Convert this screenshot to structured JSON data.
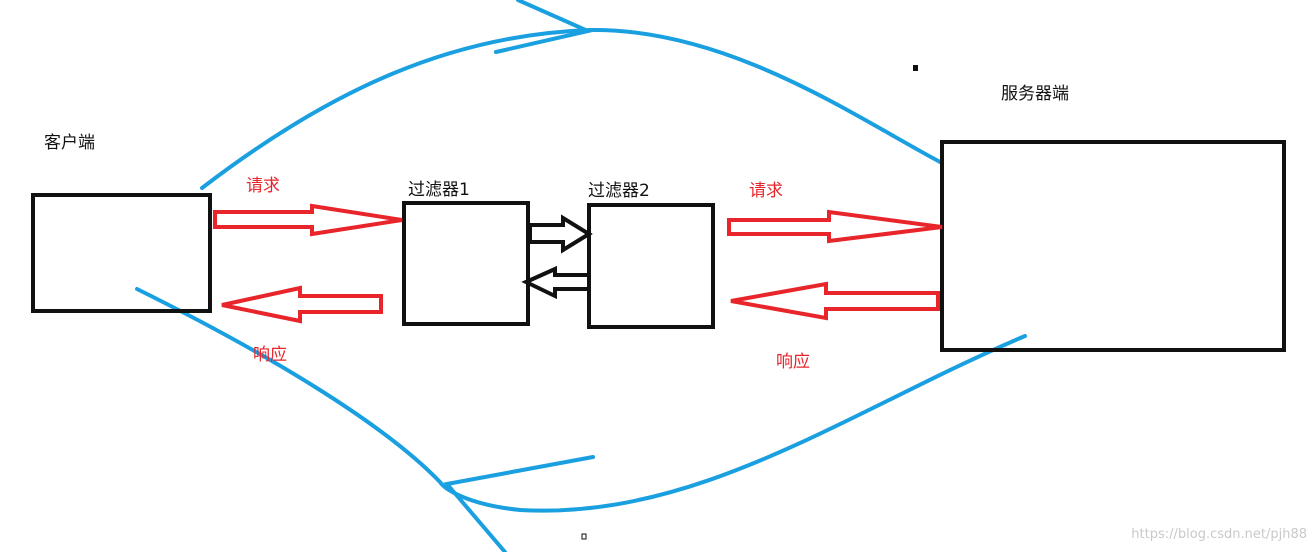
{
  "nodes": {
    "client": "客户端",
    "filter1": "过滤器1",
    "filter2": "过滤器2",
    "server": "服务器端"
  },
  "edges": {
    "request_left": "请求",
    "response_left": "响应",
    "request_right": "请求",
    "response_right": "响应"
  },
  "colors": {
    "box": "#111111",
    "request_response": "#e8252b",
    "flow_curve": "#1aa0e0"
  },
  "watermark": "https://blog.csdn.net/pjh88"
}
